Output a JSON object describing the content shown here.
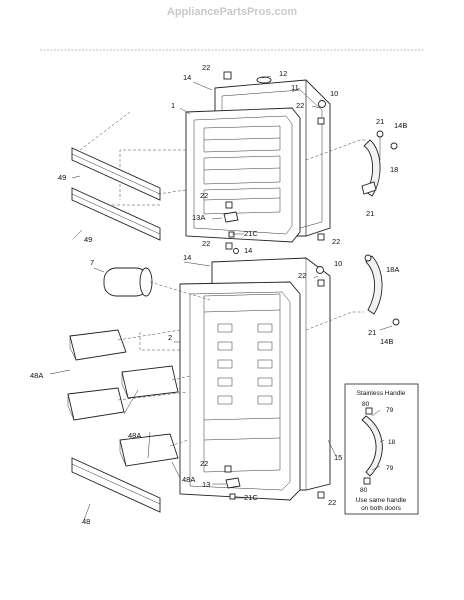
{
  "watermark": "AppliancePartsPros.com",
  "labels": {
    "p22a": "22",
    "p12": "12",
    "p14a": "14",
    "p11": "11",
    "p10a": "10",
    "p22b": "22",
    "p1": "1",
    "p21a": "21",
    "p14Ba": "14B",
    "p18": "18",
    "p49a": "49",
    "p49b": "49",
    "p22c": "22",
    "p13A": "13A",
    "p21Ca": "21C",
    "p21b": "21",
    "p22d": "22",
    "p22e": "22",
    "p14b": "14",
    "p7": "7",
    "p14c": "14",
    "p10b": "10",
    "p22f": "22",
    "p18A": "18A",
    "p2": "2",
    "p21c": "21",
    "p14Bb": "14B",
    "p48Aa": "48A",
    "p48Ab": "48A",
    "p48Ac": "48A",
    "p15": "15",
    "p22g": "22",
    "p13": "13",
    "p21Cb": "21C",
    "p48": "48",
    "p22h": "22"
  },
  "inset": {
    "title": "Stainless Handle",
    "l80a": "80",
    "l79a": "79",
    "l18": "18",
    "l79b": "79",
    "l80b": "80",
    "note_line1": "Use same handle",
    "note_line2": "on both doors"
  }
}
